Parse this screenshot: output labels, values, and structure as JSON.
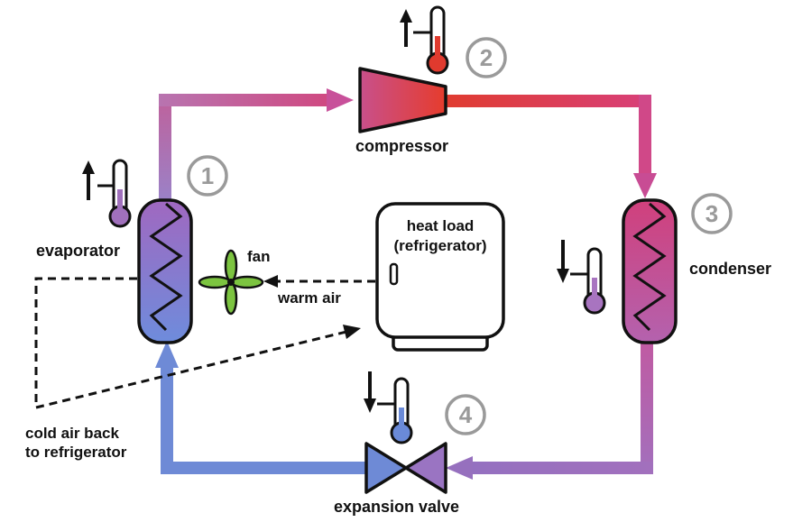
{
  "labels": {
    "compressor": "compressor",
    "condenser": "condenser",
    "expansion_valve": "expansion valve",
    "evaporator": "evaporator",
    "fan": "fan",
    "warm_air": "warm air",
    "heat_load": "heat load",
    "refrigerator": "(refrigerator)",
    "cold_air_line1": "cold air back",
    "cold_air_line2": "to refrigerator"
  },
  "stages": {
    "stage1": "1",
    "stage2": "2",
    "stage3": "3",
    "stage4": "4"
  },
  "temperature_trends": {
    "stage1": "up",
    "stage2": "up",
    "stage3": "down",
    "stage4": "down"
  },
  "colors": {
    "hot": "#e04030",
    "warm": "#d8487a",
    "mid": "#a070b8",
    "cold": "#6a8ad8",
    "fan_green": "#7cc440",
    "badge_gray": "#9a9a9a"
  }
}
